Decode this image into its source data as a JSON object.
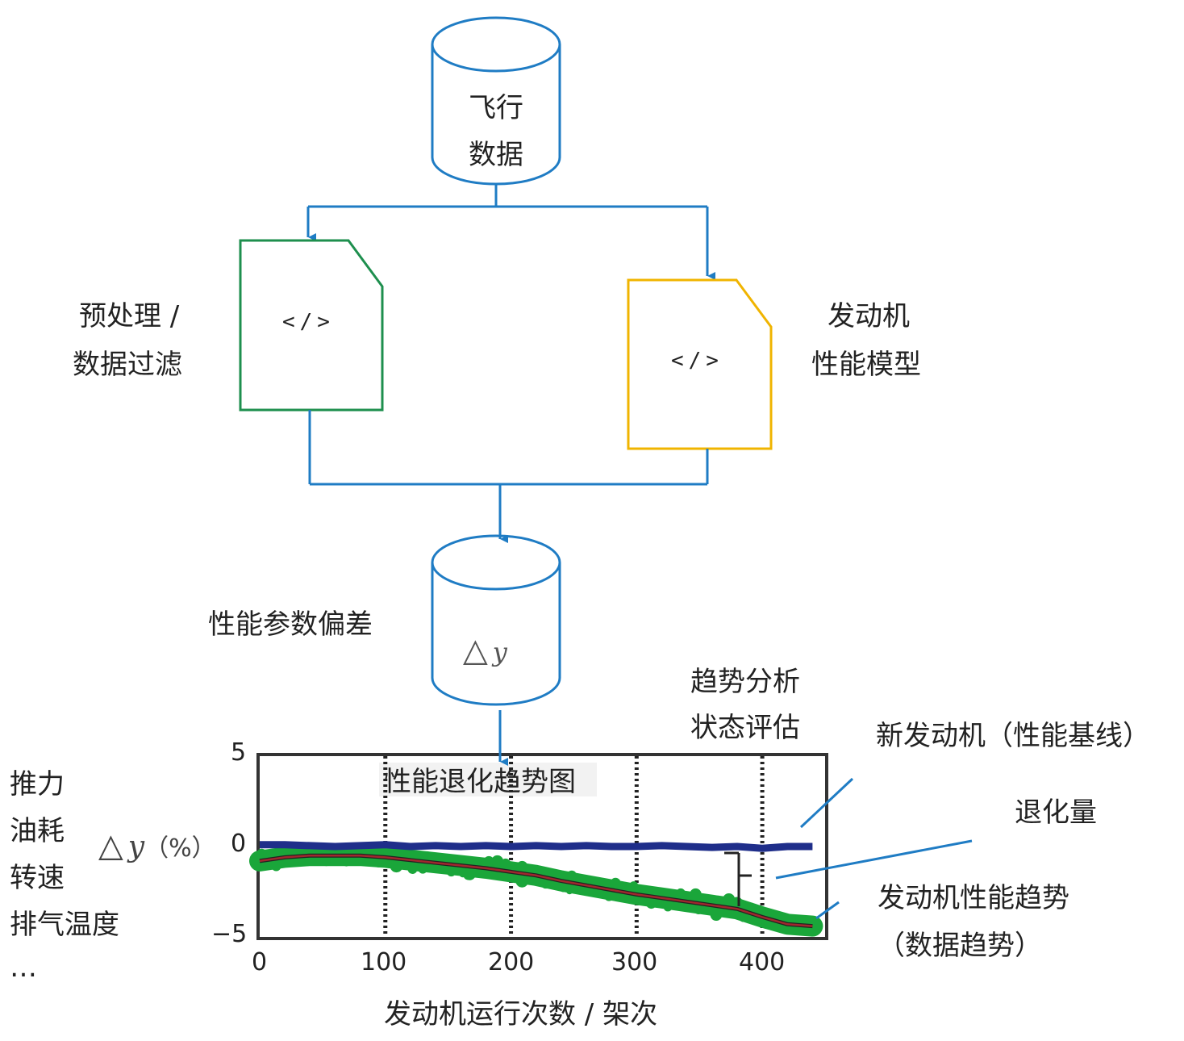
{
  "nodes": {
    "flight_data": {
      "line1": "飞行",
      "line2": "数据"
    },
    "preprocess": {
      "line1": "预处理 /",
      "line2": "数据过滤",
      "code": "</>"
    },
    "engine_model": {
      "line1": "发动机",
      "line2": "性能模型",
      "code": "</>"
    },
    "deviation": {
      "label": "性能参数偏差",
      "symbol": "△",
      "var": "y"
    }
  },
  "labels": {
    "trend_analysis_1": "趋势分析",
    "trend_analysis_2": "状态评估",
    "baseline": "新发动机（性能基线）",
    "degradation": "退化量",
    "trend_1": "发动机性能趋势",
    "trend_2": "（数据趋势）"
  },
  "params": [
    "推力",
    "油耗",
    "转速",
    "排气温度",
    "…"
  ],
  "y_axis_label": {
    "symbol": "△",
    "var": "y",
    "unit": "（%）"
  },
  "colors": {
    "flow": "#1f7cc4",
    "preprocess_border": "#1e8f4e",
    "model_border": "#f0b400",
    "baseline": "#1f2e8a",
    "scatter": "#1aa63a",
    "trend": "#a0282e"
  },
  "chart_data": {
    "type": "line",
    "title": "性能退化趋势图",
    "xlabel": "发动机运行次数 / 架次",
    "ylabel": "△y（%）",
    "xlim": [
      0,
      450
    ],
    "ylim": [
      -5,
      5
    ],
    "x_ticks": [
      0,
      100,
      200,
      300,
      400
    ],
    "y_ticks": [
      5,
      0,
      -5
    ],
    "y_tick_labels": [
      "5",
      "0",
      "−5"
    ],
    "vgrid": [
      100,
      200,
      300,
      400
    ],
    "series": [
      {
        "x": [
          0,
          20,
          40,
          60,
          80,
          100,
          120,
          140,
          160,
          180,
          200,
          220,
          240,
          260,
          280,
          300,
          320,
          340,
          360,
          380,
          400,
          420,
          440
        ],
        "y": [
          0.1,
          0.1,
          0.05,
          0.0,
          0.05,
          0.1,
          0.0,
          0.05,
          0.0,
          0.05,
          0.0,
          0.05,
          0.0,
          0.05,
          0.0,
          0.0,
          0.05,
          0.0,
          -0.05,
          0.0,
          -0.1,
          0.0,
          0.0
        ]
      },
      {
        "x": [
          0,
          20,
          40,
          60,
          80,
          100,
          120,
          140,
          160,
          180,
          200,
          220,
          240,
          260,
          280,
          300,
          320,
          340,
          360,
          380,
          400,
          420,
          440
        ],
        "y": [
          -0.8,
          -0.6,
          -0.5,
          -0.5,
          -0.5,
          -0.6,
          -0.75,
          -0.9,
          -1.05,
          -1.2,
          -1.4,
          -1.6,
          -1.9,
          -2.15,
          -2.4,
          -2.65,
          -2.85,
          -3.05,
          -3.25,
          -3.45,
          -3.9,
          -4.3,
          -4.4
        ]
      }
    ]
  }
}
